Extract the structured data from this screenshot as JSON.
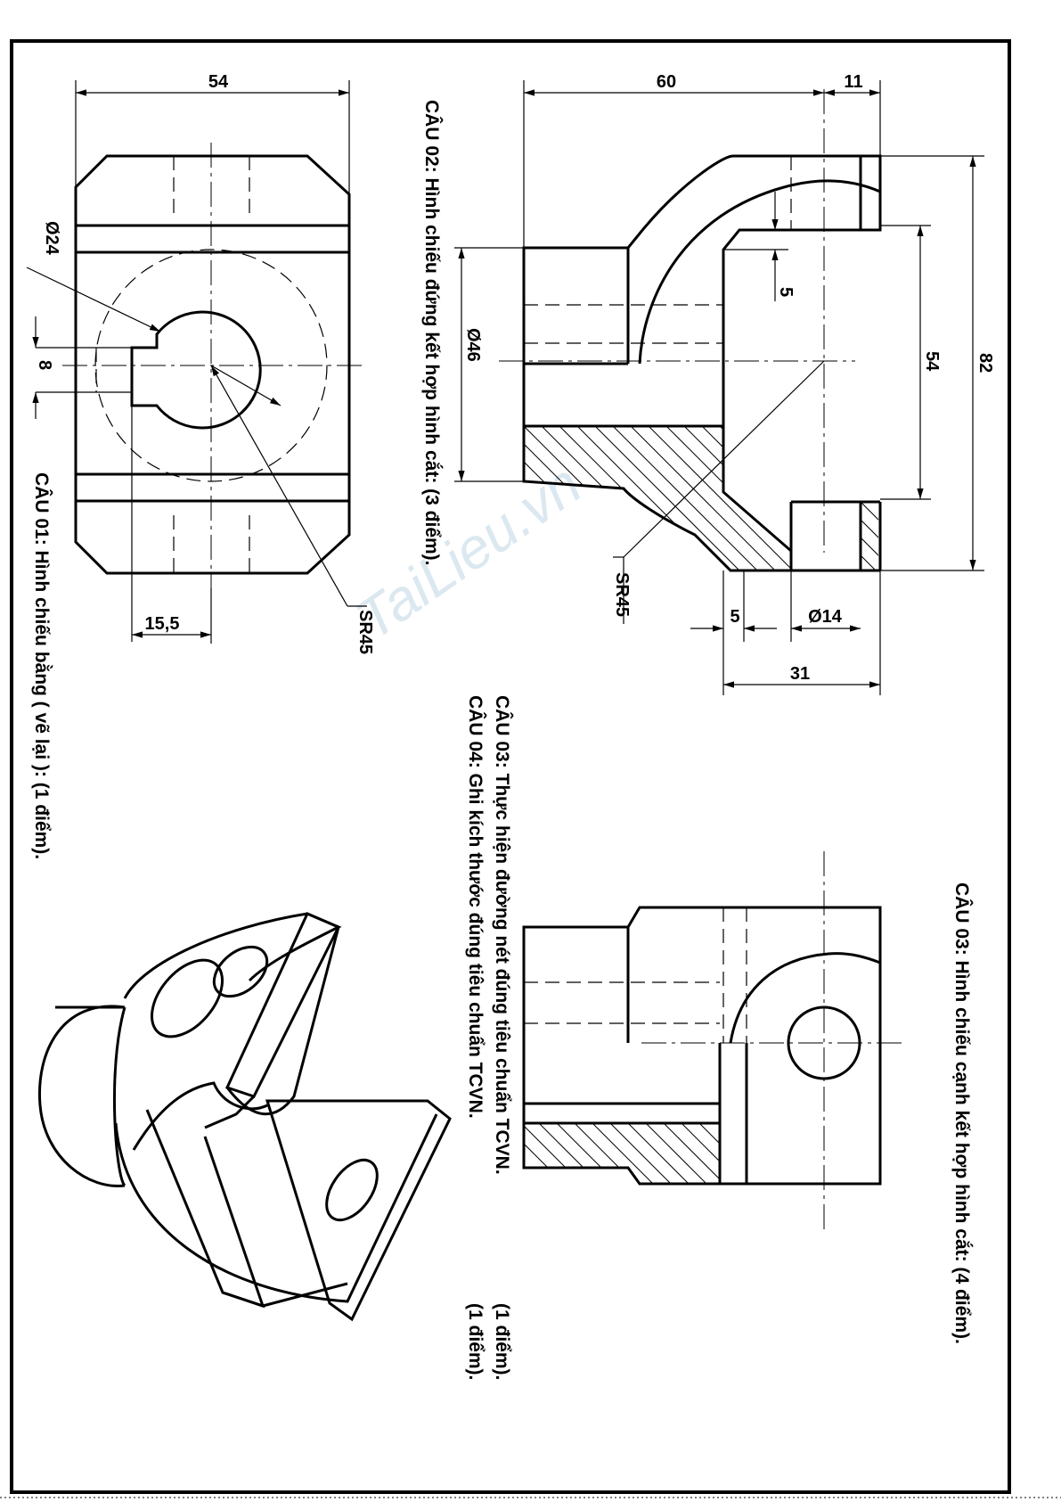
{
  "watermark": "TaiLieu.vn",
  "questions": {
    "q1": "CÂU 01:   Hình chiếu bằng ( vẽ lại ):    (1 điểm).",
    "q2": "CÂU 02:   Hình chiếu đứng kết hợp hình cắt:    (3 điểm).",
    "q3a": "CÂU 03:   Hình chiếu cạnh kết hợp hình cắt:    (4 điểm).",
    "q3b": "CÂU 03:   Thực hiện đường nét đúng tiêu chuẩn TCVN.",
    "q3b_score": "(1 điểm).",
    "q4": "CÂU 04:   Ghi kích thước đúng tiêu chuẩn TCVN.",
    "q4_score": "(1 điểm)."
  },
  "dimensions": {
    "top_view": {
      "width": "54",
      "bore": "Ø24",
      "slot": "8",
      "offset": "15,5",
      "sphere": "SR45"
    },
    "front_view": {
      "length": "60",
      "lug": "11",
      "boss": "Ø46",
      "step": "5",
      "inner": "54",
      "height": "82",
      "sphere": "SR45",
      "wall": "5",
      "hole": "Ø14",
      "depth": "31"
    }
  }
}
